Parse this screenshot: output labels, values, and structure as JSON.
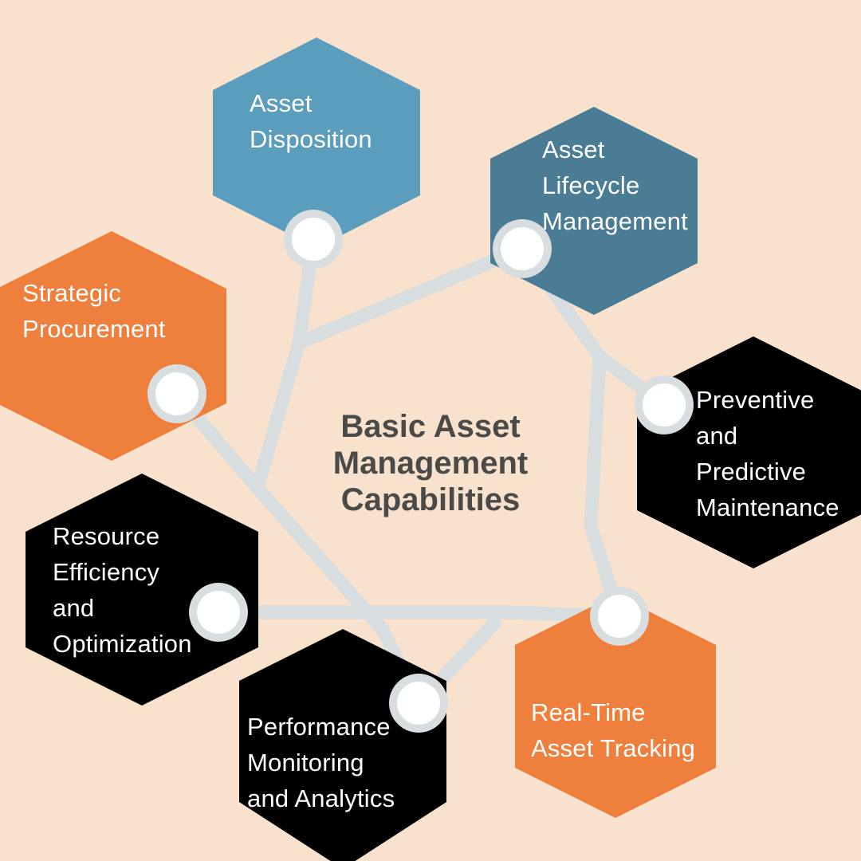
{
  "background_color": "#f9e2cd",
  "center": {
    "title": "Basic Asset\nManagement\nCapabilities",
    "text_color": "#4a4a48"
  },
  "connector": {
    "color": "#d8dde0",
    "node_ring_color": "#d8dde0",
    "node_fill_color": "#ffffff"
  },
  "nodes": [
    {
      "id": "asset-disposition",
      "label": "Asset\nDisposition",
      "color": "#5b9dbd",
      "text_color": "#ffffff",
      "connector_point": "393,300"
    },
    {
      "id": "asset-lifecycle-management",
      "label": "Asset\nLifecycle\nManagement",
      "color": "#4a7c96",
      "text_color": "#ffffff",
      "connector_point": "655,312"
    },
    {
      "id": "strategic-procurement",
      "label": "Strategic\nProcurement",
      "color": "#ef7f3c",
      "text_color": "#ffffff",
      "connector_point": "222,494"
    },
    {
      "id": "preventive-and-predictive-maintenance",
      "label": "Preventive\nand\nPredictive\nMaintenance",
      "color": "#f2b263",
      "text_color": "#ffffff",
      "connector_point": "833,508"
    },
    {
      "id": "resource-efficiency-and-optimization",
      "label": "Resource\nEfficiency\nand\nOptimization",
      "color": "#f2b263",
      "text_color": "#ffffff",
      "connector_point": "274,768"
    },
    {
      "id": "performance-monitoring-and-analytics",
      "label": "Performance\nMonitoring\nand Analytics",
      "color": "#5b9dbd",
      "text_color": "#ffffff",
      "connector_point": "525,882"
    },
    {
      "id": "real-time-asset-tracking",
      "label": "Real-Time\nAsset Tracking",
      "color": "#ef7f3c",
      "text_color": "#ffffff",
      "connector_point": "777,773"
    }
  ],
  "chart_data": {
    "type": "diagram",
    "title": "Basic Asset Management Capabilities",
    "subtype": "hexagon-hub-and-spoke",
    "categories": [
      "Asset Disposition",
      "Asset Lifecycle Management",
      "Strategic Procurement",
      "Preventive and Predictive Maintenance",
      "Resource Efficiency and Optimization",
      "Performance Monitoring and Analytics",
      "Real-Time Asset Tracking"
    ],
    "count": 7
  }
}
